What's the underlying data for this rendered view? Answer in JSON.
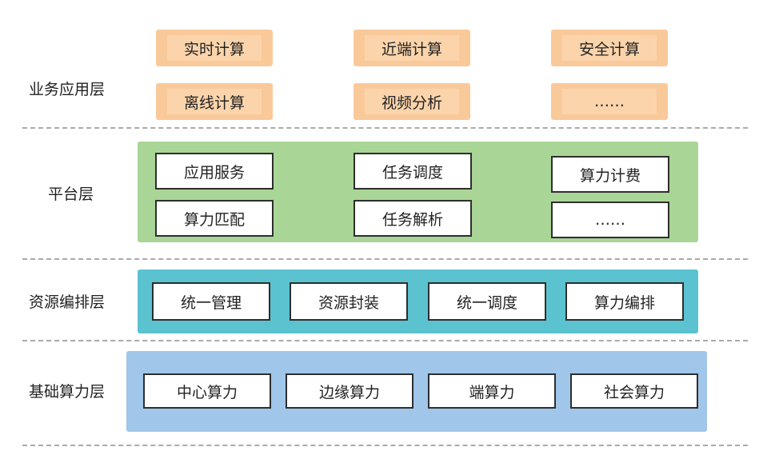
{
  "layers": {
    "application": {
      "label": "业务应用层",
      "items": [
        "实时计算",
        "近端计算",
        "安全计算",
        "离线计算",
        "视频分析",
        "……"
      ],
      "panel_color": "#f9c99a"
    },
    "platform": {
      "label": "平台层",
      "items": [
        "应用服务",
        "任务调度",
        "算力计费",
        "算力匹配",
        "任务解析",
        "……"
      ],
      "panel_color": "#a9d597"
    },
    "orchestration": {
      "label": "资源编排层",
      "items": [
        "统一管理",
        "资源封装",
        "统一调度",
        "算力编排"
      ],
      "panel_color": "#5bc2cf"
    },
    "infrastructure": {
      "label": "基础算力层",
      "items": [
        "中心算力",
        "边缘算力",
        "端算力",
        "社会算力"
      ],
      "panel_color": "#a0c6ea"
    }
  }
}
